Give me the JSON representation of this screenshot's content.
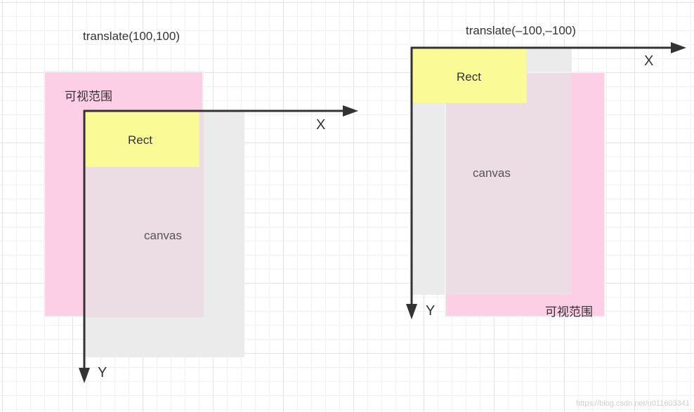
{
  "left": {
    "title": "translate(100,100)",
    "visible_area_label": "可视范围",
    "rect_label": "Rect",
    "canvas_label": "canvas",
    "x_axis_label": "X",
    "y_axis_label": "Y"
  },
  "right": {
    "title": "translate(–100,–100)",
    "visible_area_label": "可视范围",
    "rect_label": "Rect",
    "canvas_label": "canvas",
    "x_axis_label": "X",
    "y_axis_label": "Y"
  },
  "watermark": "https://blog.csdn.net/u011603341",
  "colors": {
    "visible_area": "#fccfe6",
    "canvas": "#ebebeb",
    "rect": "#fafa96",
    "axis": "#333333"
  }
}
